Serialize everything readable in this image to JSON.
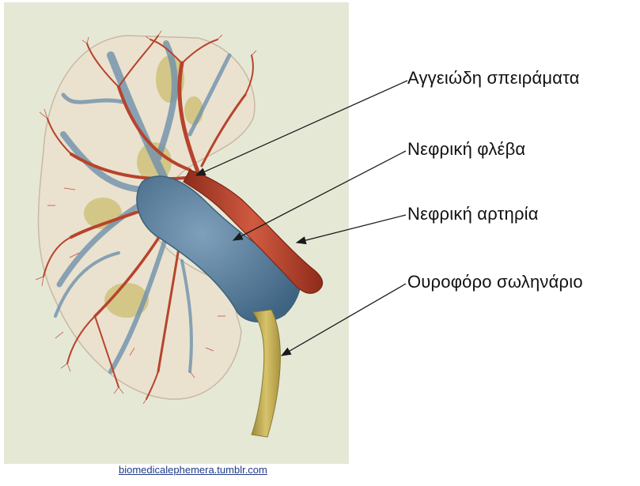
{
  "labels": {
    "glomeruli": "Αγγειώδη σπειράματα",
    "renal_vein": "Νεφρική φλέβα",
    "renal_artery": "Νεφρική αρτηρία",
    "ureter": "Ουροφόρο σωληνάριο"
  },
  "credit": "biomedicalephemera.tumblr.com",
  "colors": {
    "plate_background": "#e6e8d6",
    "artery": "#b8432c",
    "vein": "#5c7f9b",
    "ureter": "#c9b15a",
    "pointer": "#1a1a1a"
  }
}
